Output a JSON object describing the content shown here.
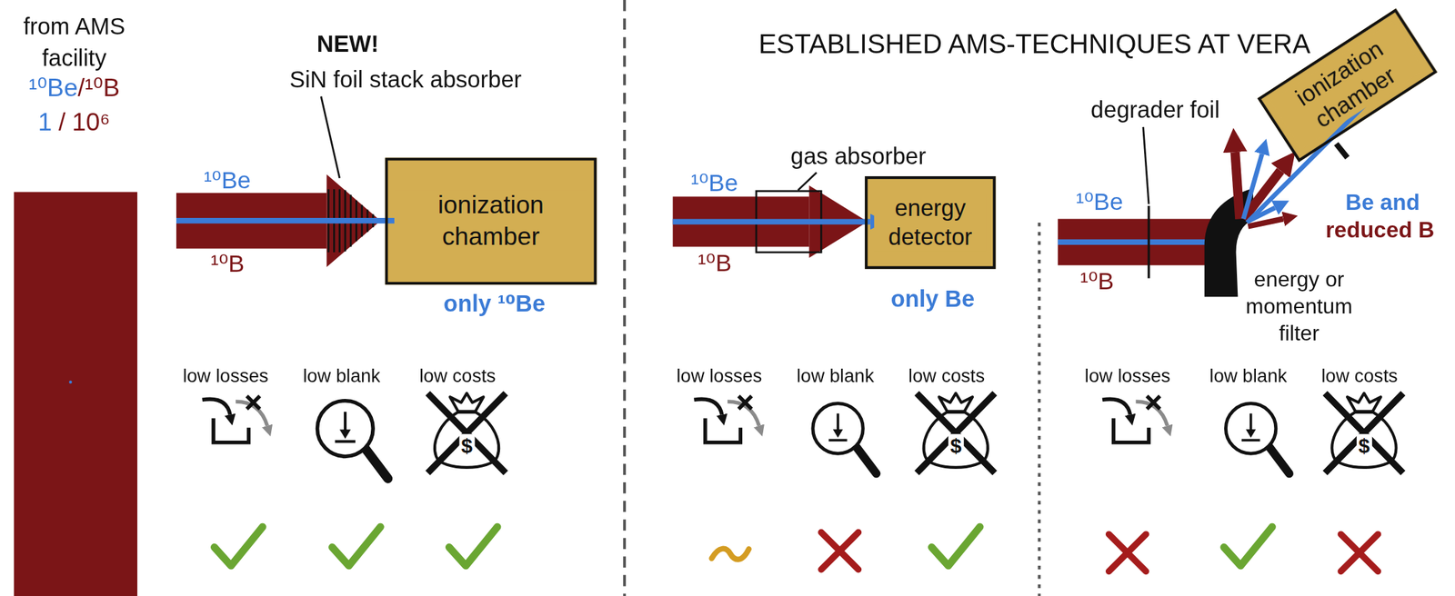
{
  "diagram": {
    "nodes": [
      {
        "text": [
          "ionization chamber"
        ]
      },
      {
        "text": [
          "energy detector"
        ]
      },
      {
        "text": [
          "ionization chamber"
        ]
      }
    ],
    "labels": [
      "from AMS facility",
      "¹⁰Be",
      "/",
      "¹⁰B",
      "1",
      "/",
      "10⁶",
      "NEW!",
      "SiN foil stack absorber",
      "¹⁰Be",
      "¹⁰B",
      "only ¹⁰Be",
      "low losses",
      "low blank",
      "low costs",
      "$",
      "ESTABLISHED AMS-TECHNIQUES AT VERA",
      "gas absorber",
      "¹⁰Be",
      "¹⁰B",
      "only Be",
      "low losses",
      "low blank",
      "low costs",
      "$",
      "degrader foil",
      "¹⁰Be",
      "¹⁰B",
      "Be and",
      "reduced B",
      "energy or momentum filter",
      "low losses",
      "low blank",
      "low costs",
      "$"
    ]
  }
}
